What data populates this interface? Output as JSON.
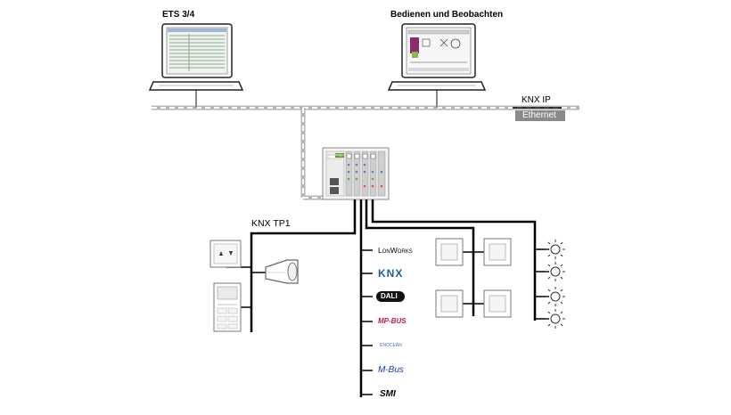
{
  "labels": {
    "ets": "ETS 3/4",
    "operate": "Bedienen und Beobachten",
    "knx_ip": "KNX IP",
    "ethernet": "Ethernet",
    "knx_tp1": "KNX TP1"
  },
  "protocols": [
    {
      "label": "LonWorks",
      "color": "#000000"
    },
    {
      "label": "KNX",
      "color": "#1a5fa8"
    },
    {
      "label": "DALI",
      "color": "#000000"
    },
    {
      "label": "MP-BUS",
      "color": "#c2185b"
    },
    {
      "label": "ENOCEAN",
      "color": "#4a6fb5"
    },
    {
      "label": "M-Bus",
      "color": "#1a3da8"
    },
    {
      "label": "SMI",
      "color": "#000000"
    }
  ],
  "controller_badge": "wago",
  "colors": {
    "bus_line": "#000000",
    "ethernet_bar": "#8a8a8a",
    "ethernet_dash": "#b0b0b0",
    "device_frame": "#8a8a8a"
  }
}
